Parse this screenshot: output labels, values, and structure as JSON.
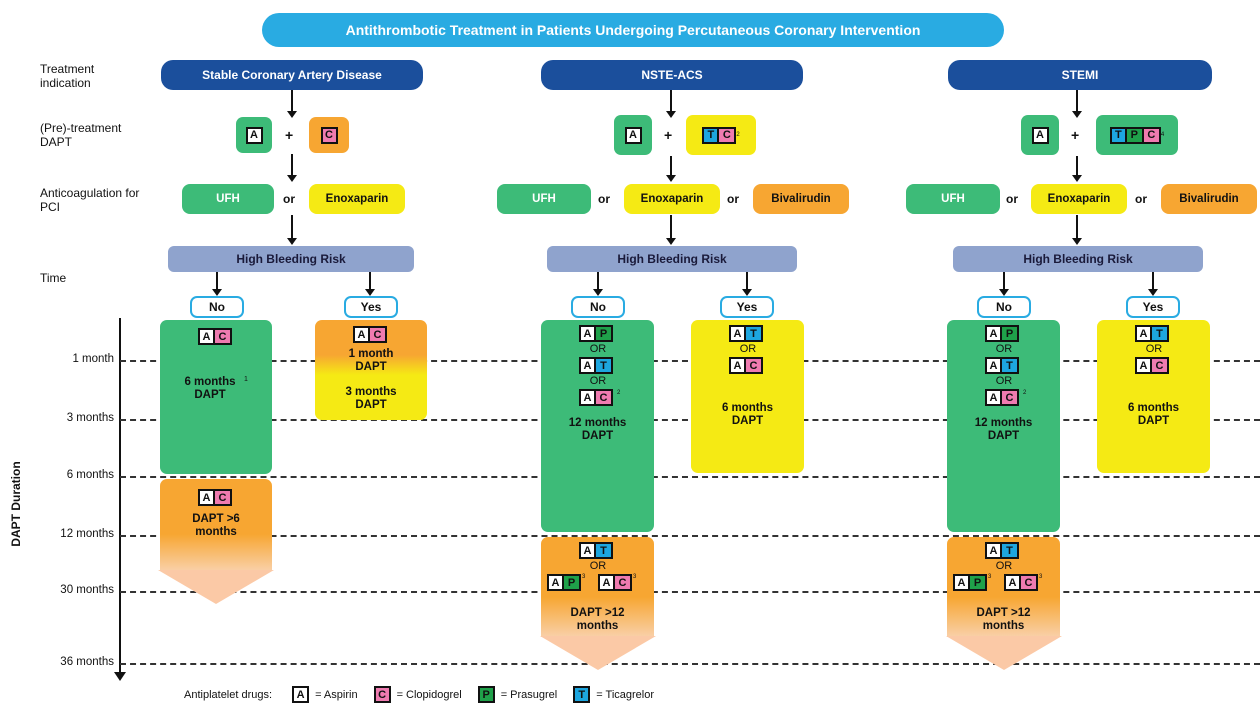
{
  "title": "Antithrombotic Treatment in Patients Undergoing Percutaneous Coronary Intervention",
  "row_labels": {
    "treatment_indication": "Treatment indication",
    "pretreatment": "(Pre)-treatment DAPT",
    "anticoagulation": "Anticoagulation for PCI",
    "time": "Time"
  },
  "axis": {
    "label": "DAPT Duration",
    "ticks": [
      "1 month",
      "3 months",
      "6 months",
      "12 months",
      "30 months",
      "36 months"
    ]
  },
  "columns": {
    "scad": {
      "header": "Stable Coronary Artery Disease",
      "anticoag": [
        "UFH",
        "or",
        "Enoxaparin"
      ],
      "hbr": "High Bleeding Risk",
      "no": "No",
      "yes": "Yes",
      "no_box_text": "6 months DAPT",
      "no_box_sup": "1",
      "yes_box_text1": "1 month DAPT",
      "yes_box_text2": "3 months DAPT",
      "ext_text": "DAPT >6 months"
    },
    "nste": {
      "header": "NSTE-ACS",
      "anticoag": [
        "UFH",
        "or",
        "Enoxaparin",
        "or",
        "Bivalirudin"
      ],
      "hbr": "High Bleeding Risk",
      "no": "No",
      "yes": "Yes",
      "no_box_text": "12 months DAPT",
      "yes_box_text": "6 months DAPT",
      "ext_text": "DAPT >12 months",
      "or": "OR"
    },
    "stemi": {
      "header": "STEMI",
      "anticoag": [
        "UFH",
        "or",
        "Enoxaparin",
        "or",
        "Bivalirudin"
      ],
      "hbr": "High Bleeding Risk",
      "no": "No",
      "yes": "Yes",
      "no_box_text": "12 months DAPT",
      "yes_box_text": "6 months DAPT",
      "ext_text": "DAPT >12 months",
      "or": "OR"
    }
  },
  "legend": {
    "label": "Antiplatelet drugs:",
    "items": [
      "= Aspirin",
      "= Clopidogrel",
      "= Prasugrel",
      "= Ticagrelor"
    ]
  },
  "drug_letters": {
    "A": "A",
    "C": "C",
    "P": "P",
    "T": "T"
  },
  "plus": "+",
  "superscripts": {
    "two": "2",
    "three": "3",
    "four": "4"
  },
  "colors": {
    "title_bg": "#29abe2",
    "header_bg": "#1b4f9c",
    "green": "#3dbb78",
    "yellow": "#f5ea14",
    "orange": "#f7a632",
    "hbr": "#8fa3cd",
    "aspirin": "#ffffff",
    "clopidogrel": "#ef7bb0",
    "prasugrel": "#1fa14a",
    "ticagrelor": "#1da6df"
  }
}
